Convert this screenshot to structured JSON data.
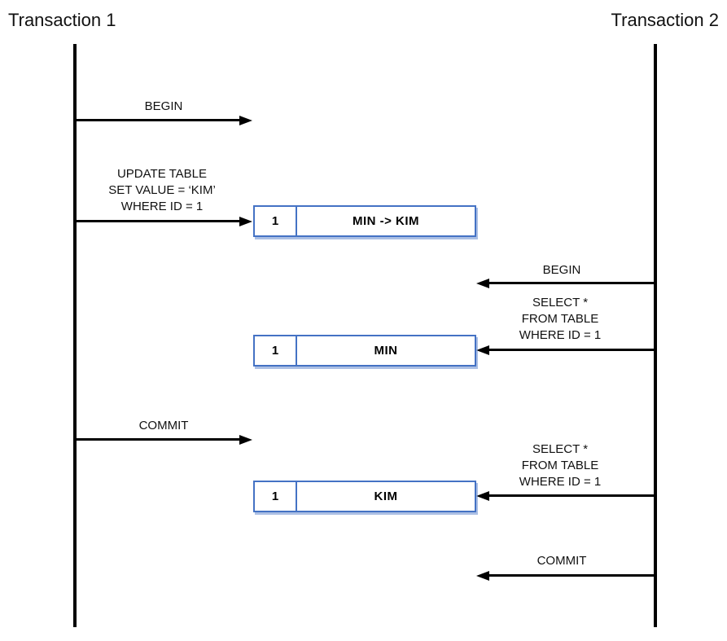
{
  "diagram": {
    "type": "transaction-sequence-diagram",
    "background": "#ffffff",
    "colors": {
      "lifeline": "#000000",
      "arrow": "#000000",
      "box_border": "#4472C4",
      "text": "#111111"
    }
  },
  "lanes": [
    {
      "title": "Transaction 1"
    },
    {
      "title": "Transaction 2"
    }
  ],
  "messages": [
    {
      "from": "Transaction 1",
      "direction": "right",
      "lines": [
        "BEGIN"
      ]
    },
    {
      "from": "Transaction 1",
      "direction": "right",
      "lines": [
        "UPDATE TABLE",
        "SET VALUE = ‘KIM’",
        "WHERE ID = 1"
      ]
    },
    {
      "from": "Transaction 2",
      "direction": "left",
      "lines": [
        "BEGIN"
      ]
    },
    {
      "from": "Transaction 2",
      "direction": "left",
      "lines": [
        "SELECT *",
        "FROM TABLE",
        "WHERE ID = 1"
      ]
    },
    {
      "from": "Transaction 1",
      "direction": "right",
      "lines": [
        "COMMIT"
      ]
    },
    {
      "from": "Transaction 2",
      "direction": "left",
      "lines": [
        "SELECT *",
        "FROM TABLE",
        "WHERE ID = 1"
      ]
    },
    {
      "from": "Transaction 2",
      "direction": "left",
      "lines": [
        "COMMIT"
      ]
    }
  ],
  "row_states": [
    {
      "id": "1",
      "value": "MIN -> KIM"
    },
    {
      "id": "1",
      "value": "MIN"
    },
    {
      "id": "1",
      "value": "KIM"
    }
  ]
}
